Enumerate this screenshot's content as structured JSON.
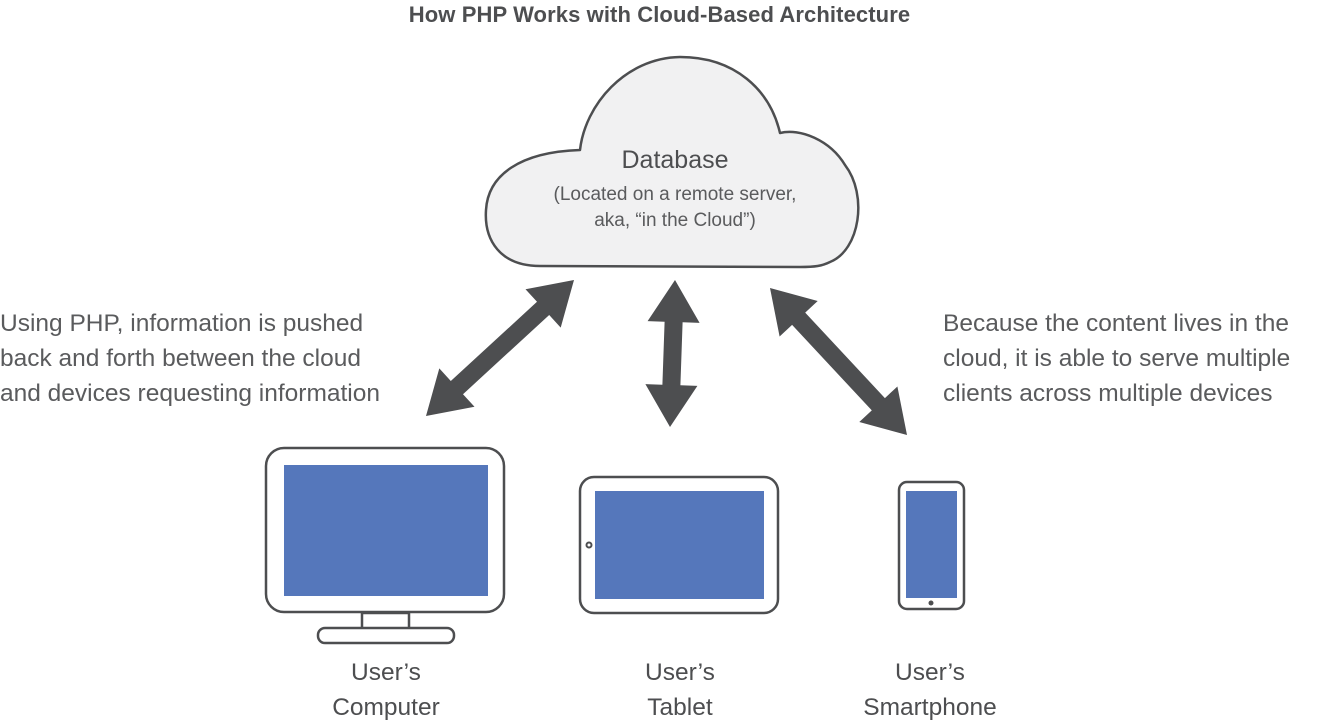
{
  "title": "How PHP Works with Cloud-Based Architecture",
  "cloud": {
    "icon": "cloud-icon",
    "title": "Database",
    "subtitle_line1": "(Located on a remote server,",
    "subtitle_line2": "aka, “in the Cloud”)"
  },
  "annotations": {
    "left": "Using PHP, information is pushed\nback and forth between the cloud\nand devices requesting information",
    "right": "Because the content lives in the\ncloud, it is able to serve multiple\nclients across multiple devices"
  },
  "arrows": [
    {
      "name": "arrow-cloud-computer",
      "direction": "bidirectional",
      "from": "cloud",
      "to": "computer"
    },
    {
      "name": "arrow-cloud-tablet",
      "direction": "bidirectional",
      "from": "cloud",
      "to": "tablet"
    },
    {
      "name": "arrow-cloud-smartphone",
      "direction": "bidirectional",
      "from": "cloud",
      "to": "smartphone"
    }
  ],
  "devices": [
    {
      "id": "computer",
      "icon": "monitor-icon",
      "label_line1": "User’s",
      "label_line2": "Computer"
    },
    {
      "id": "tablet",
      "icon": "tablet-icon",
      "label_line1": "User’s",
      "label_line2": "Tablet"
    },
    {
      "id": "smartphone",
      "icon": "smartphone-icon",
      "label_line1": "User’s",
      "label_line2": "Smartphone"
    }
  ],
  "colors": {
    "outline": "#4d4e50",
    "cloud_fill": "#f1f1f2",
    "screen_fill": "#5577bb",
    "arrow": "#4d4e50"
  }
}
